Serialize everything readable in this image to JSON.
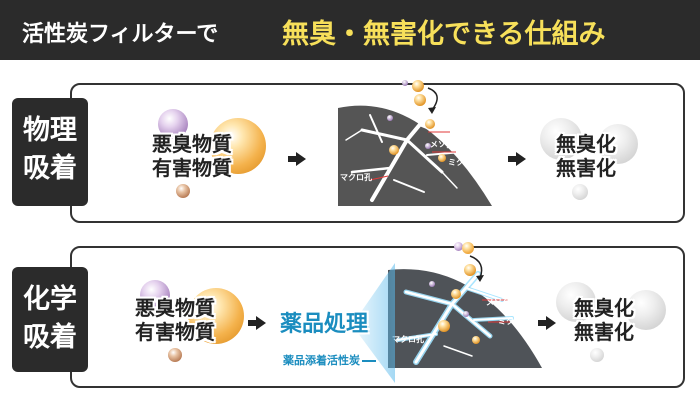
{
  "header": {
    "title_prefix": "活性炭フィルターで",
    "title_highlight": "無臭・無害化できる仕組み"
  },
  "sections": [
    {
      "tag_line1": "物理",
      "tag_line2": "吸着",
      "before_line1": "悪臭物質",
      "before_line2": "有害物質",
      "after_line1": "無臭化",
      "after_line2": "無害化",
      "pore_labels": [
        "メソ孔",
        "ミクロ孔",
        "マクロ孔"
      ]
    },
    {
      "tag_line1": "化学",
      "tag_line2": "吸着",
      "before_line1": "悪臭物質",
      "before_line2": "有害物質",
      "treatment_label": "薬品処理",
      "treatment_note": "薬品添着活性炭",
      "after_line1": "無臭化",
      "after_line2": "無害化",
      "pore_labels": [
        "メソ孔",
        "ミクロ孔",
        "マクロ孔"
      ]
    }
  ],
  "colors": {
    "header_bg": "#2b2b2b",
    "highlight": "#f7e05a",
    "chemical_accent": "#1b8dbf",
    "pore_marker": "#e23a3a"
  }
}
